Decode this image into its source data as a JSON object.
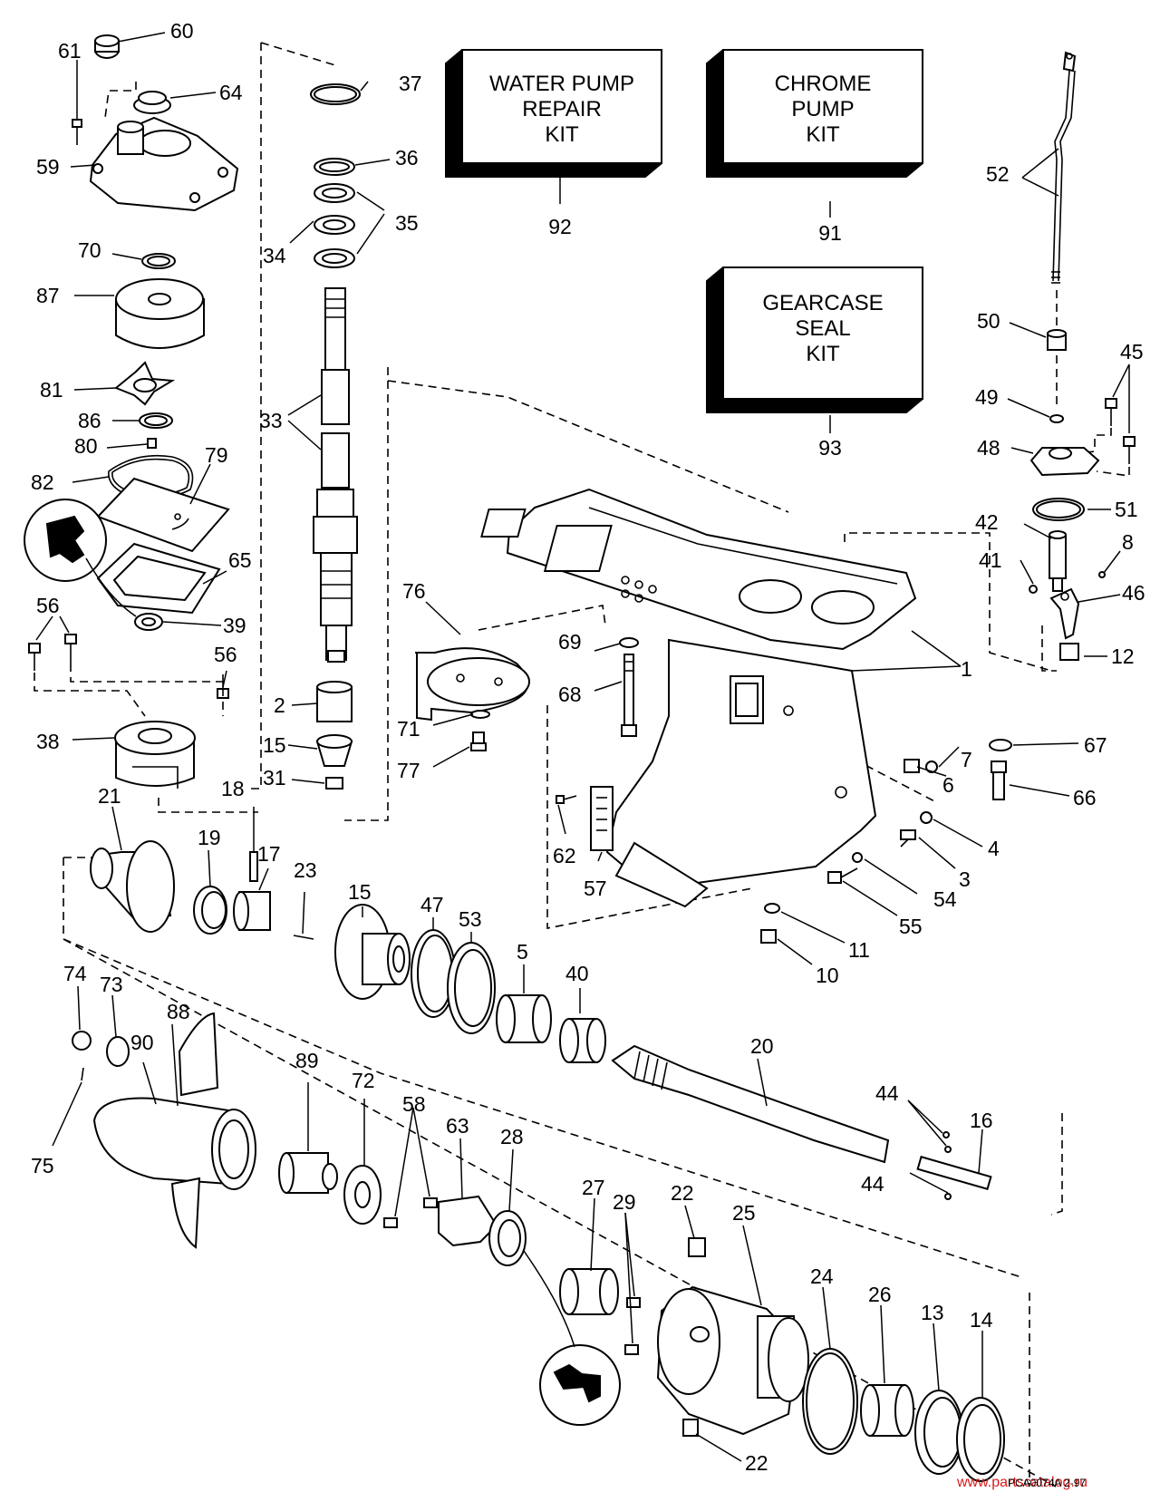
{
  "kits": [
    {
      "id": "kit-water-pump",
      "lines": [
        "WATER PUMP",
        "REPAIR",
        "KIT"
      ],
      "number": "92"
    },
    {
      "id": "kit-chrome-pump",
      "lines": [
        "CHROME",
        "PUMP",
        "KIT"
      ],
      "number": "91"
    },
    {
      "id": "kit-gearcase-seal",
      "lines": [
        "GEARCASE",
        "SEAL",
        "KIT"
      ],
      "number": "93"
    }
  ],
  "callouts": [
    "60",
    "61",
    "64",
    "59",
    "70",
    "87",
    "81",
    "86",
    "80",
    "82",
    "79",
    "65",
    "39",
    "56",
    "56",
    "38",
    "21",
    "19",
    "18",
    "17",
    "23",
    "37",
    "36",
    "35",
    "34",
    "33",
    "2",
    "15",
    "31",
    "15",
    "47",
    "53",
    "5",
    "40",
    "76",
    "69",
    "68",
    "71",
    "77",
    "62",
    "57",
    "1",
    "52",
    "50",
    "45",
    "49",
    "48",
    "51",
    "42",
    "41",
    "8",
    "46",
    "12",
    "7",
    "67",
    "6",
    "66",
    "4",
    "3",
    "54",
    "55",
    "11",
    "10",
    "74",
    "73",
    "88",
    "90",
    "75",
    "89",
    "72",
    "58",
    "63",
    "28",
    "20",
    "44",
    "44",
    "16",
    "27",
    "29",
    "22",
    "25",
    "24",
    "26",
    "13",
    "14",
    "22"
  ],
  "footer": {
    "watermark": "www.partscatalog.ru",
    "diagram_code": "PCA0074A 2-97"
  }
}
